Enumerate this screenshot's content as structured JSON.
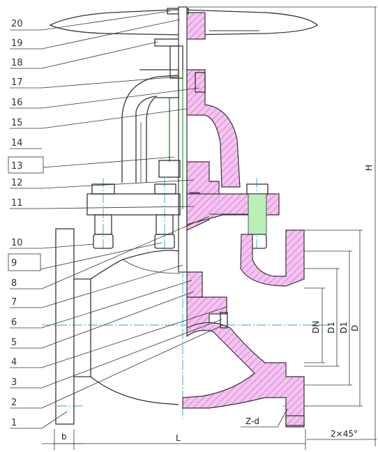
{
  "part_numbers": [
    "20",
    "19",
    "18",
    "17",
    "16",
    "15",
    "14",
    "13",
    "12",
    "11",
    "10",
    "9",
    "8",
    "7",
    "6",
    "5",
    "4",
    "3",
    "2",
    "1"
  ],
  "dimensions": {
    "height": "H",
    "nominal_diameter": "DN",
    "d1_inner": "D1",
    "d1_outer": "D1",
    "flange_diameter": "D",
    "bolt_holes": "Z-d",
    "flange_thickness": "b",
    "length": "L",
    "chamfer": "2×45°"
  },
  "colors": {
    "hatch_fill": "#f4c4f0",
    "hatch_line": "#d46ad0",
    "gasket": "#e040c8",
    "centerline": "#2aa7c8",
    "outline": "#333333"
  }
}
